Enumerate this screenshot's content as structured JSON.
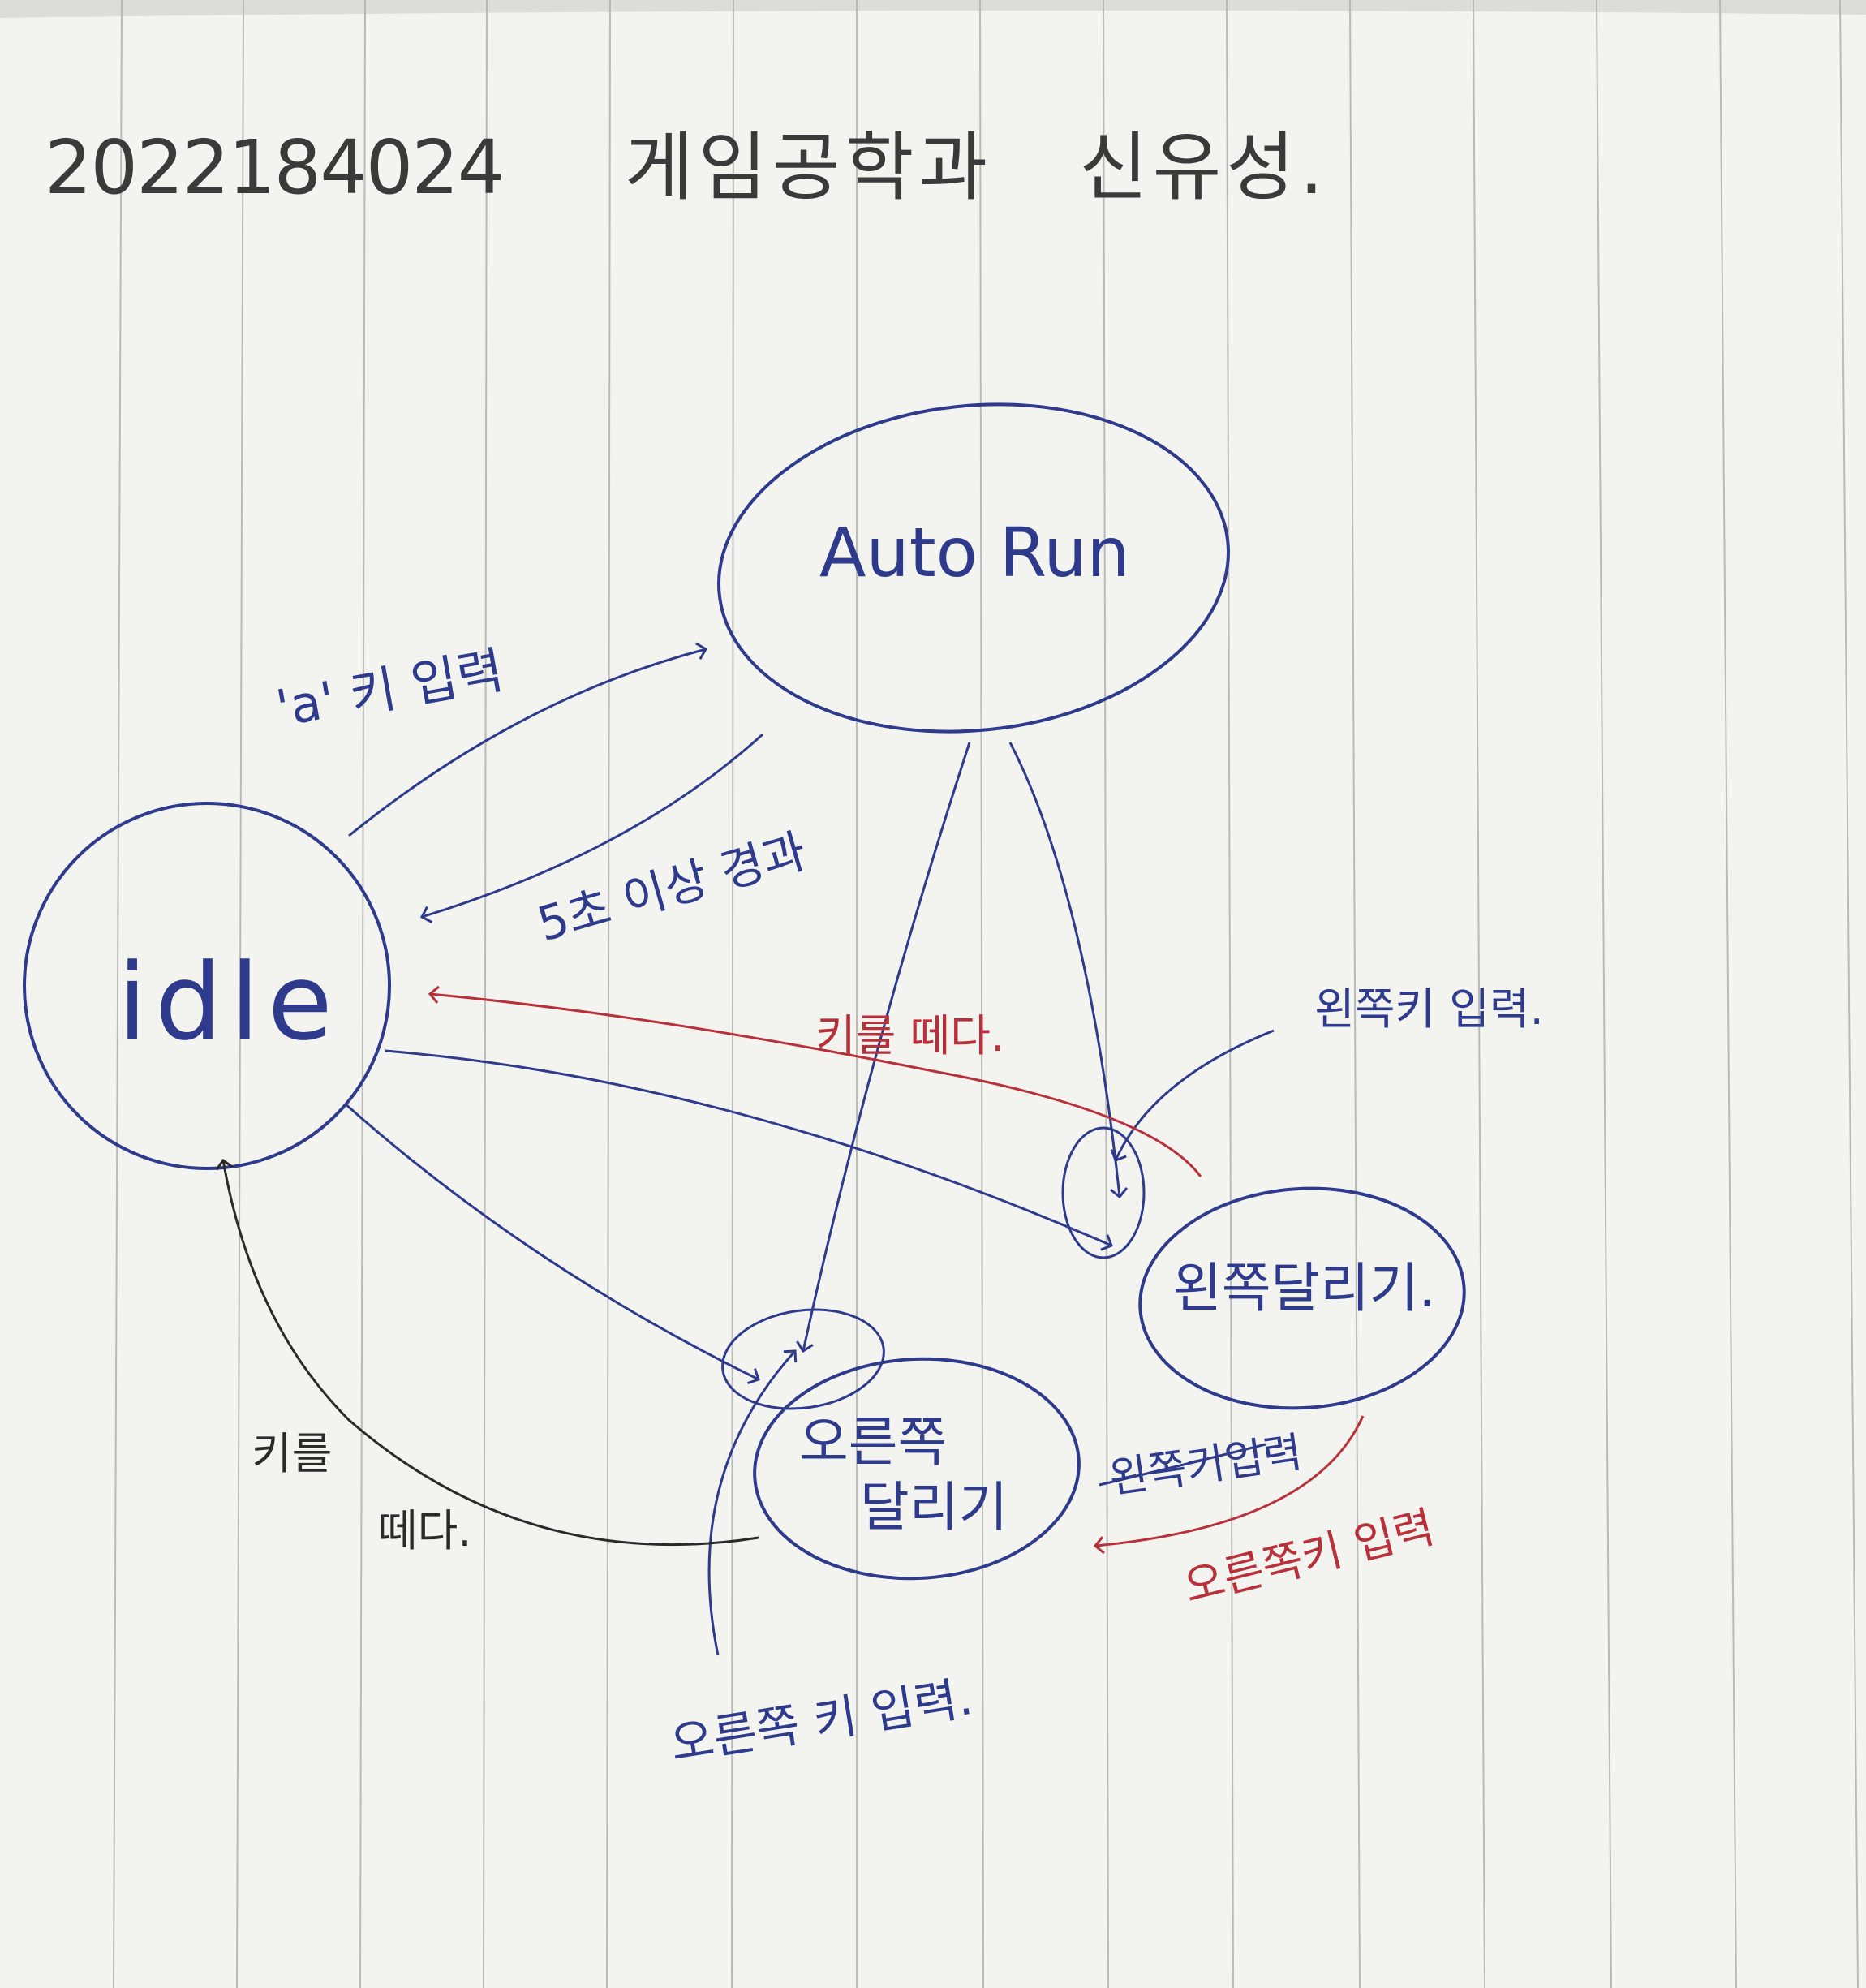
{
  "header": {
    "student_id": "2022184024",
    "department": "게임공학과",
    "name": "신유성."
  },
  "states": {
    "idle": "idle",
    "auto_run": "Auto Run",
    "left_run": "왼쪽달리기.",
    "right_run_line1": "오른쪽",
    "right_run_line2": "달리기"
  },
  "transitions": {
    "a_key": "'a' 키 입력",
    "five_sec": "5초 이상 경과",
    "release_key_red": "키를 떼다.",
    "left_key_input": "왼쪽키 입력.",
    "release_key_black_1": "키를",
    "release_key_black_2": "떼다.",
    "left_key_input_2": "왼쪽키입력",
    "right_key_input_red": "오른쪽키 입력",
    "right_key_input": "오른쪽 키 입력."
  },
  "colors": {
    "paper": "#f3f3f0",
    "rule_line": "#b9b9b6",
    "pencil": "#3a3a3a",
    "blue_ink": "#2e3a8c",
    "red_ink": "#b8303a",
    "black_ink": "#2a2a2a"
  }
}
